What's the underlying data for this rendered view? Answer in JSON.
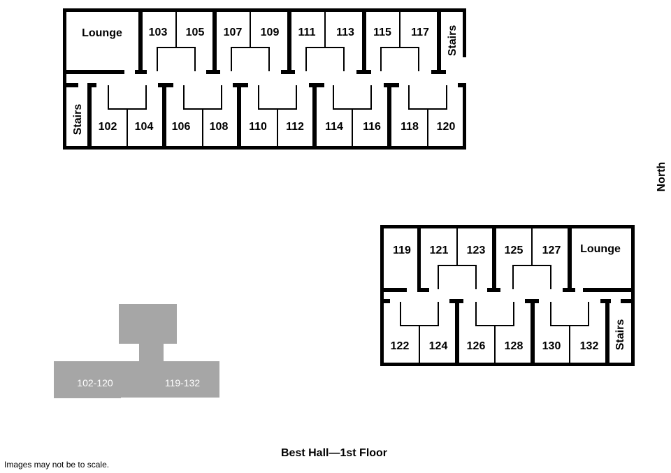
{
  "title": "Best Hall—1st Floor",
  "note": "Images may not be to scale.",
  "compass": "North",
  "west_wing": {
    "north_rooms": {
      "lounge": "Lounge",
      "pairs": [
        [
          "103",
          "105"
        ],
        [
          "107",
          "109"
        ],
        [
          "111",
          "113"
        ],
        [
          "115",
          "117"
        ]
      ],
      "stairs": "Stairs"
    },
    "south_rooms": {
      "stairs": "Stairs",
      "pairs": [
        [
          "102",
          "104"
        ],
        [
          "106",
          "108"
        ],
        [
          "110",
          "112"
        ],
        [
          "114",
          "116"
        ],
        [
          "118",
          "120"
        ]
      ]
    }
  },
  "east_wing": {
    "north_rooms": {
      "single": "119",
      "pairs": [
        [
          "121",
          "123"
        ],
        [
          "125",
          "127"
        ]
      ],
      "lounge": "Lounge"
    },
    "south_rooms": {
      "pairs": [
        [
          "122",
          "124"
        ],
        [
          "126",
          "128"
        ],
        [
          "130",
          "132"
        ]
      ],
      "stairs": "Stairs"
    }
  },
  "site_map": {
    "west_label": "102-120",
    "east_label": "119-132"
  },
  "colors": {
    "walls": "#000000",
    "building": "#a6a6a6"
  }
}
